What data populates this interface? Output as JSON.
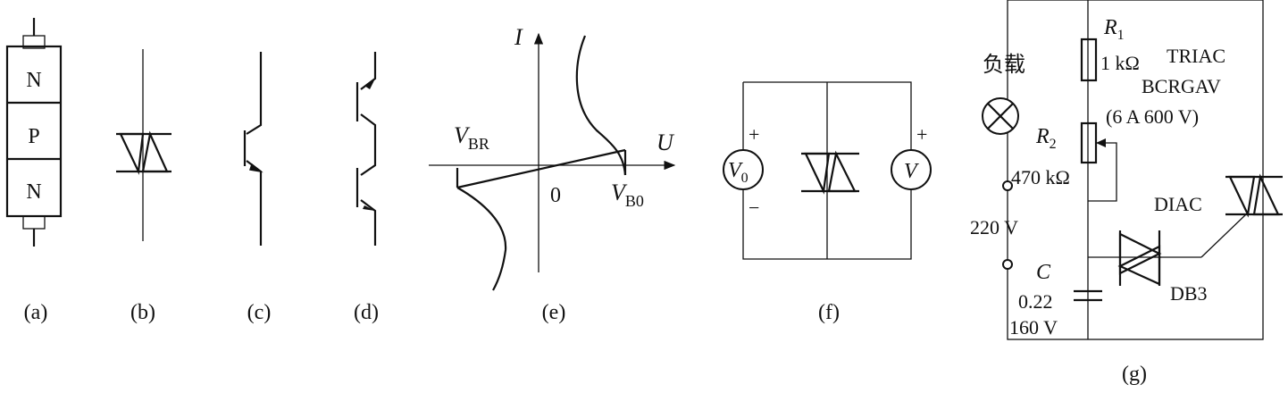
{
  "colors": {
    "ink": "#111111",
    "background": "#ffffff"
  },
  "panel_a": {
    "layers": [
      "N",
      "P",
      "N"
    ],
    "caption": "(a)"
  },
  "panel_b": {
    "caption": "(b)"
  },
  "panel_c": {
    "caption": "(c)"
  },
  "panel_d": {
    "caption": "(d)"
  },
  "panel_e": {
    "y_axis": "I",
    "x_axis": "U",
    "origin": "0",
    "vbr": {
      "main": "V",
      "sub": "BR"
    },
    "vb0": {
      "main": "V",
      "sub": "B0"
    },
    "caption": "(e)"
  },
  "panel_f": {
    "meter_left": {
      "main": "V",
      "sub": "0"
    },
    "meter_right": "V",
    "plus": "+",
    "minus": "−",
    "caption": "(f)"
  },
  "panel_g": {
    "load_label": "负载",
    "r1": {
      "main": "R",
      "sub": "1"
    },
    "r1_value": "1 kΩ",
    "triac_line1": "TRIAC",
    "triac_line2": "BCRGAV",
    "triac_line3": "(6 A 600 V)",
    "r2": {
      "main": "R",
      "sub": "2"
    },
    "r2_value": "470 kΩ",
    "diac_label": "DIAC",
    "supply": "220 V",
    "cap": "C",
    "cap_value1": "0.22",
    "cap_value2": "160 V",
    "db3": "DB3",
    "caption": "(g)"
  }
}
